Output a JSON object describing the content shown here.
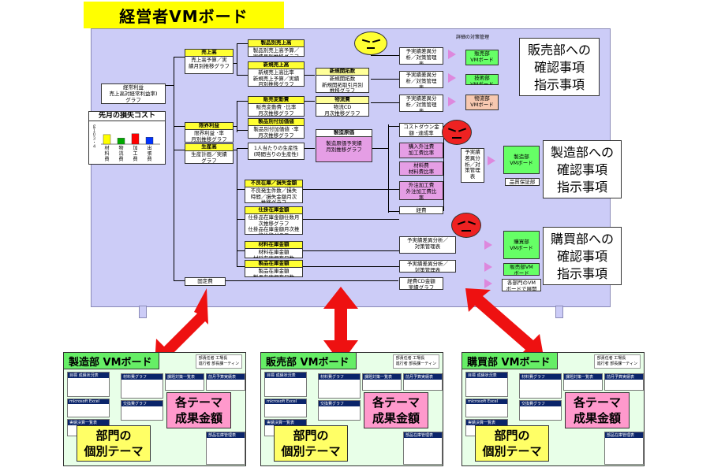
{
  "title": "経営者VMボード",
  "top_note": "詳細の対策管理",
  "loss_cost": {
    "label": "先月の損失コスト",
    "axis": "ｇ１０３・４",
    "categories": [
      "材料費",
      "物流費",
      "加工費",
      "出張費"
    ],
    "colors": [
      "#ffff00",
      "#00aa00",
      "#ff0000",
      "#0033ff"
    ],
    "values": [
      0.55,
      0.35,
      0.6,
      0.4
    ]
  },
  "profit": "経常利益\n売上高対経常利益率)\nグラフ",
  "sales": {
    "h": "売上高",
    "b": "売上高予算／実\n績月別推移グラフ"
  },
  "limit_profit": {
    "h": "限界利益",
    "b": "限界利益 ･率\n月別推移グラフ"
  },
  "productivity": {
    "h": "生産高",
    "b": "生産計画／実績\nグラフ"
  },
  "product_sales": {
    "h": "製品別売上高",
    "b": "製品別売上高予算／\n実績月別推移グラフ"
  },
  "new_sales": {
    "h": "新規売上高",
    "b": "新規売上高比率\n新規売上予算／実績\n月別推移グラフ"
  },
  "new_dev": {
    "h": "新規開拓数",
    "b": "新規開拓数\n新規開拓取引月別\n推移グラフ"
  },
  "variable": {
    "h": "販売変動費",
    "b": "販売変動費 ･比率\n月次推移グラフ"
  },
  "logistics": {
    "h": "物流費",
    "b": "物流CD\n月次推移グラフ"
  },
  "added_value": {
    "h": "製品別付加価値",
    "b": "製品別付加価値 ･率\n月次推移グラフ"
  },
  "per_person": {
    "b": "1人当たりの生産性\n(時間当りの生産性)"
  },
  "mfg_cost": {
    "h": "製造原価",
    "b": "製造原価予実績\n月別推移グラフ"
  },
  "defect": {
    "h": "不良在庫／損失金額",
    "b": "不良発生件数／損失\n時間／損失金額月次\n推移グラフ"
  },
  "wip": {
    "h": "仕掛在庫金額",
    "b": "仕掛品在庫金額仕数月\n次推移グラフ\n仕掛品在庫金額月次推\n移推移グラフ"
  },
  "material_stock": {
    "h": "材料在庫金額",
    "b": "材料在庫金額\n材料在庫保有日数"
  },
  "product_stock": {
    "h": "製品在庫金額",
    "b": "製品在庫金額\n製品在庫保有日数"
  },
  "fixed_cost": "固定費",
  "plan_boxes": [
    "予実績差異分\n析／対策管理\n表",
    "予実績差異分\n析／対策管理\n表",
    "予実績差異分\n析／対策管理\n表"
  ],
  "cost_down": "コストダウン金\n額 ･達成率",
  "purchase_cost": "購入外注費\n加工費比率",
  "material_ratio": "材料費\n材料費比率",
  "outsource": "外注加工費\n外注加工費比\n率",
  "other_cost": "経費",
  "mfg_plan": "予実績\n差異分\n析／対\n策管理\n表",
  "purch_plan1": "予実績差異分析／\n対策管理表",
  "purch_plan2": "予実績差異分析／\n対策管理表",
  "cd_graph": "経費CD金額\n実績グラフ",
  "dept_small": {
    "sales": "販売部\nVMボード",
    "tech": "技術部\nVMボード",
    "logistics": "物流部\nVMボード",
    "mfg": "製造部\nVMボード",
    "quality": "品質保証部",
    "purchase": "購買部\nVMボード",
    "sales2": "販売部VM\nボード",
    "all": "各部門のVM\nボードで展開"
  },
  "callouts": {
    "sales": "販売部への\n確認事項\n指示事項",
    "mfg": "製造部への\n確認事項\n指示事項",
    "purchase": "購買部への\n確認事項\n指示事項"
  },
  "bottom_boards": [
    {
      "title": "製造部 VMボード",
      "theme": "部門の\n個別テーマ",
      "result": "各テーマ\n成果金額"
    },
    {
      "title": "販売部 VMボード",
      "theme": "部門の\n個別テーマ",
      "result": "各テーマ\n成果金額"
    },
    {
      "title": "購買部 VMボード",
      "theme": "部門の\n個別テーマ",
      "result": "各テーマ\n成果金額"
    }
  ],
  "mini_info": "部責任者 工場長\n進行者 部長課ーティン",
  "tile_texts": [
    "目標 成績状況表",
    "材料費グラフ",
    "課題対策一覧表",
    "前月予算実績表",
    "microsoft Excel",
    "実績決算一覧表",
    "交換費グラフ",
    "部品在庫管理表"
  ]
}
